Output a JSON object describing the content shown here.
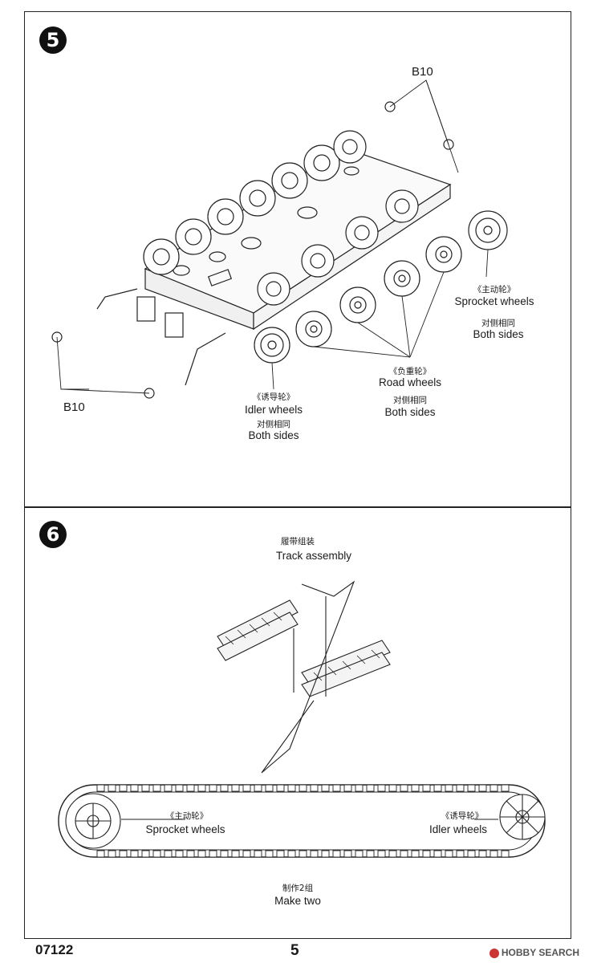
{
  "steps": [
    {
      "number": "5",
      "callouts": {
        "b10_top": "B10",
        "b10_bottom": "B10",
        "sprocket": {
          "cn": "《主动轮》",
          "en": "Sprocket wheels",
          "cn2": "对侧相同",
          "en2": "Both sides"
        },
        "road": {
          "cn": "《负重轮》",
          "en": "Road  wheels",
          "cn2": "对侧相同",
          "en2": "Both sides"
        },
        "idler": {
          "cn": "《诱导轮》",
          "en": "Idler wheels",
          "cn2": "对侧相同",
          "en2": "Both sides"
        }
      }
    },
    {
      "number": "6",
      "heading_cn": "履带组装",
      "heading_en": "Track assembly",
      "sprocket_cn": "《主动轮》",
      "sprocket_en": "Sprocket wheels",
      "idler_cn": "《诱导轮》",
      "idler_en": "Idler wheels",
      "make_cn": "制作2组",
      "make_en": "Make two"
    }
  ],
  "footer": {
    "product_code": "07122",
    "page_number": "5",
    "watermark": "HOBBY SEARCH"
  }
}
